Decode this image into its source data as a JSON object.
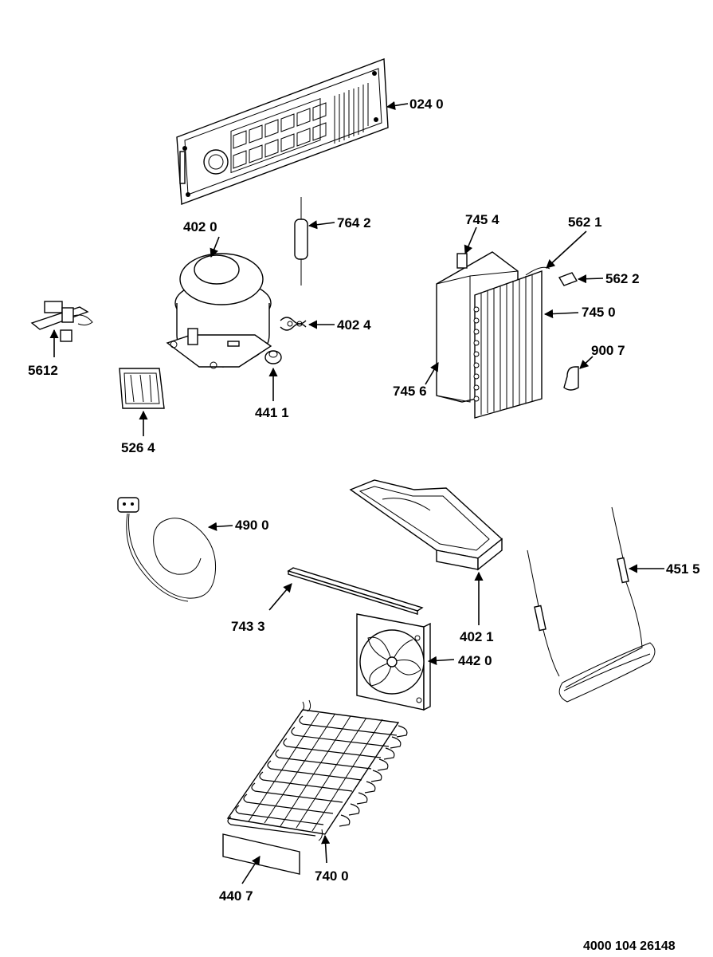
{
  "labels": {
    "p0240": "024 0",
    "p4020": "402 0",
    "p7642": "764 2",
    "p7454": "745 4",
    "p5621": "562 1",
    "p5622": "562 2",
    "p4024": "402 4",
    "p7450": "745 0",
    "p5612": "5612",
    "p9007": "900 7",
    "p7456": "745 6",
    "p4411": "441 1",
    "p5264": "526 4",
    "p4900": "490 0",
    "p4515": "451 5",
    "p7433": "743 3",
    "p4021": "402 1",
    "p4420": "442 0",
    "p7400": "740 0",
    "p4407": "440 7"
  },
  "reference_number": "4000 104 26148"
}
